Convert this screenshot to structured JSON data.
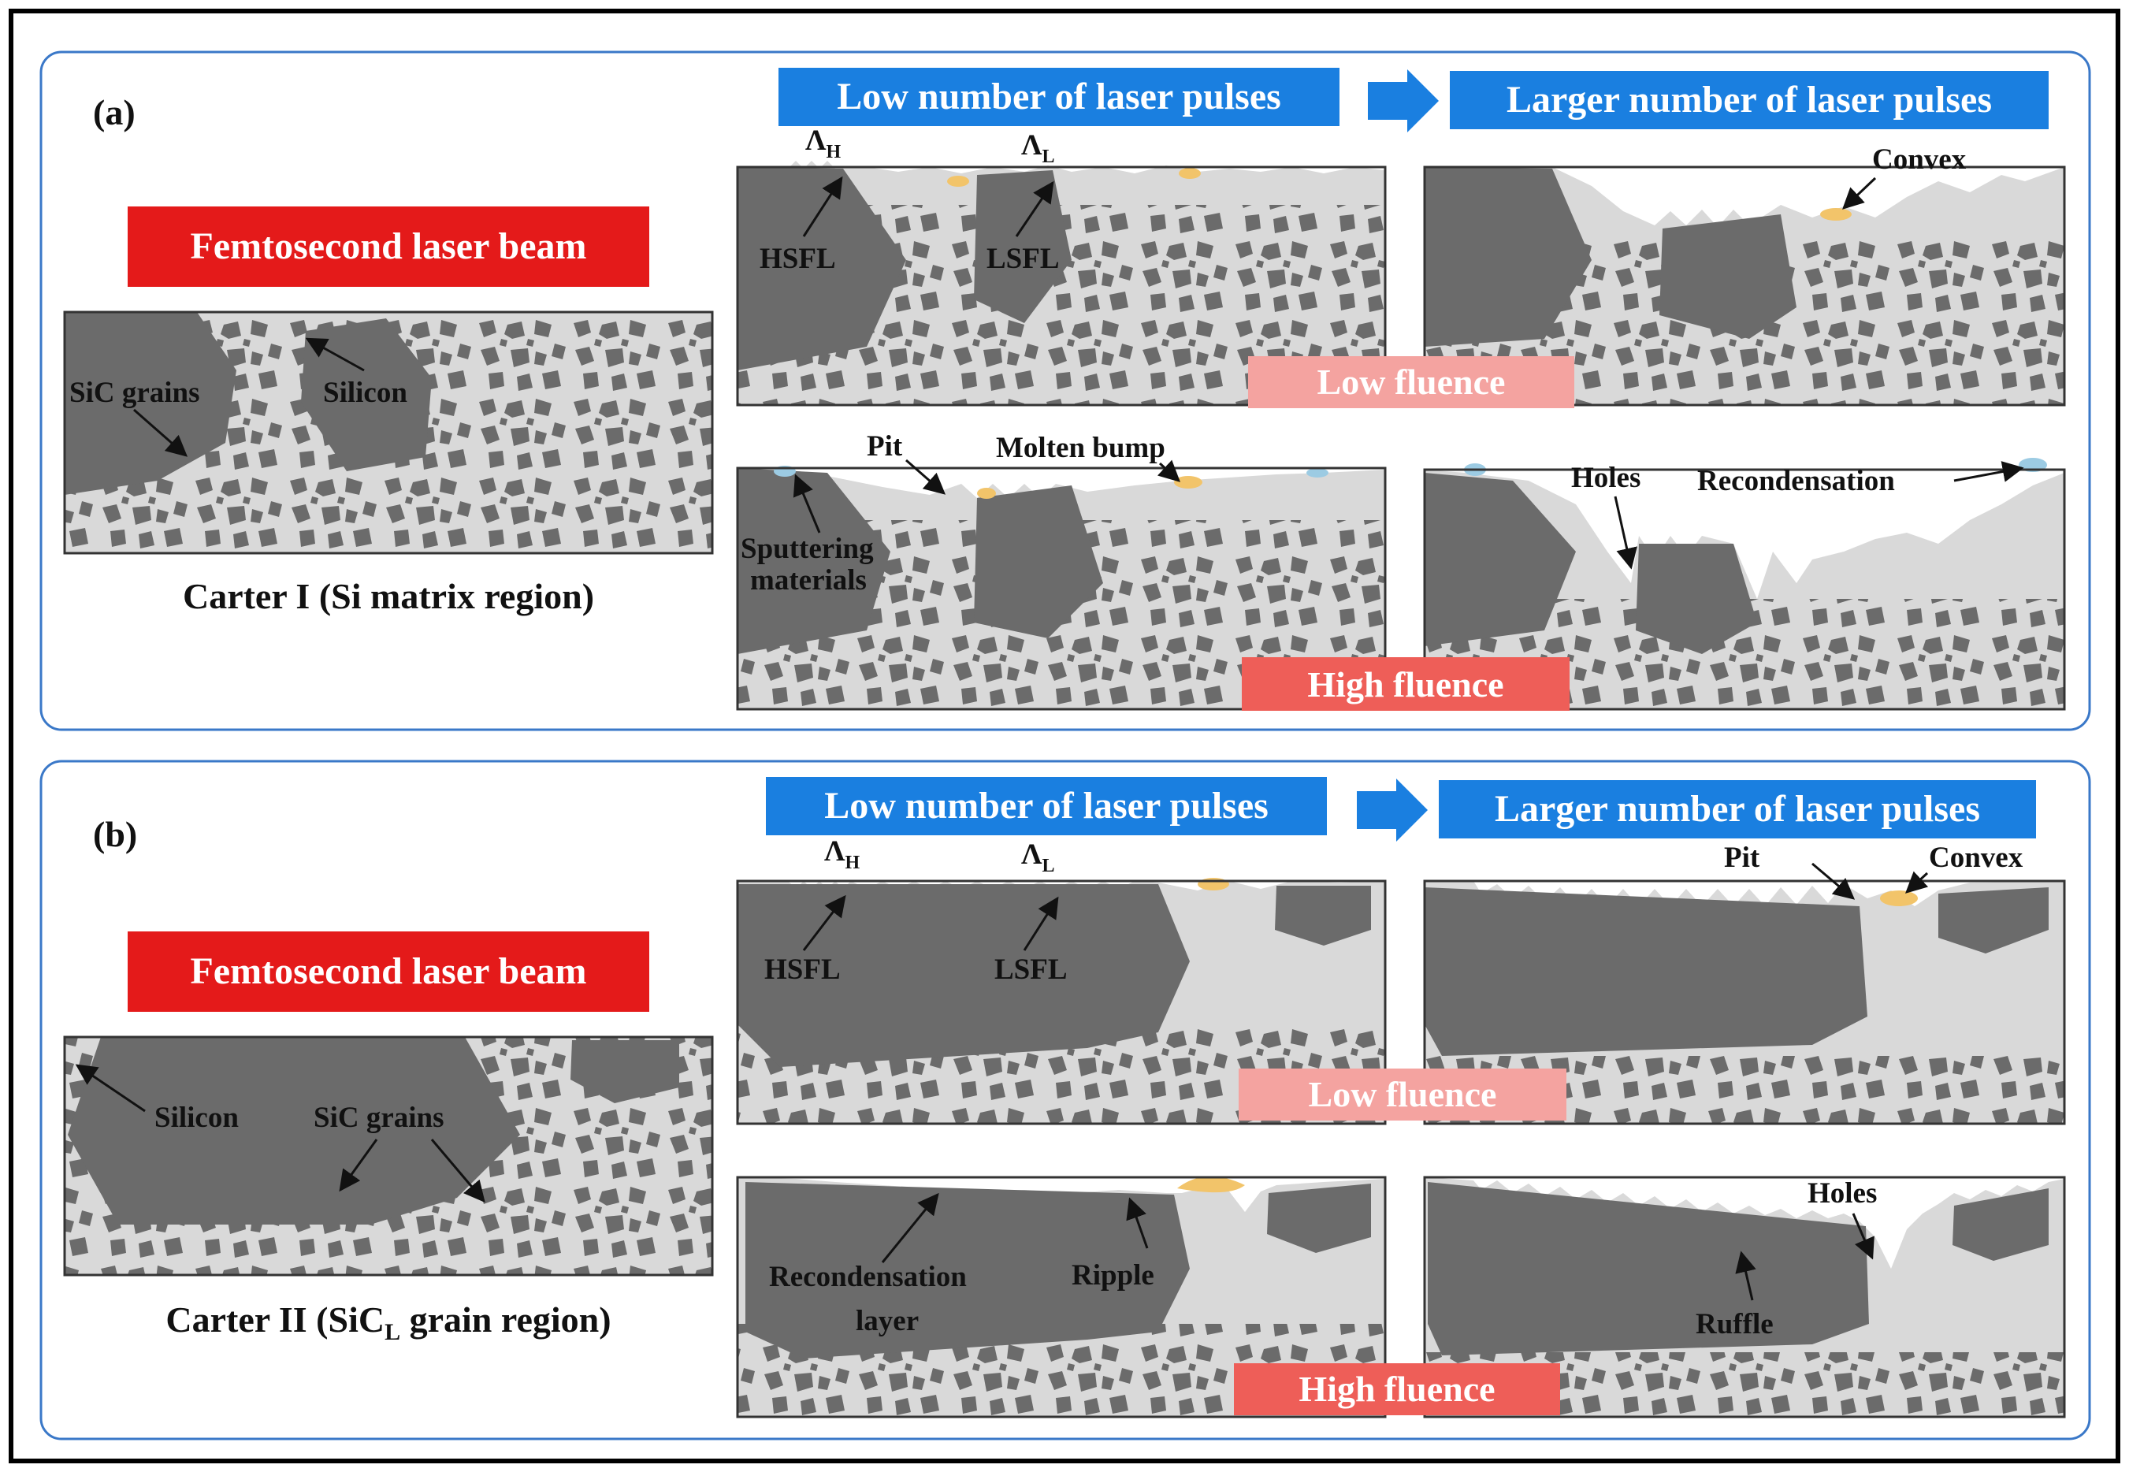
{
  "colors": {
    "matrix": "#d9d9d9",
    "grain": "#6b6b6b",
    "beam_banner": "#e41a1a",
    "pulse_banner": "#1a7fe0",
    "low_fluence": "#f4a3a0",
    "high_fluence": "#ee5e58",
    "molten": "#f2c46a",
    "recondensation": "#9ccbe3",
    "outline": "#3a78c8"
  },
  "icons": [
    "arrow-right-icon"
  ],
  "panel_a": {
    "letter": "(a)",
    "beam_label": "Femtosecond laser beam",
    "caption": "Carter I (Si matrix region)",
    "schematic_labels": {
      "sic_grains": "SiC grains",
      "silicon": "Silicon"
    },
    "pulses_low": "Low number of laser pulses",
    "pulses_high": "Larger number of laser pulses",
    "low_fluence": "Low fluence",
    "high_fluence": "High fluence",
    "lambda_h": "Λ",
    "lambda_h_sub": "H",
    "lambda_l": "Λ",
    "lambda_l_sub": "L",
    "hsfl": "HSFL",
    "lsfl": "LSFL",
    "convex": "Convex",
    "pit": "Pit",
    "molten_bump": "Molten bump",
    "sputtering_1": "Sputtering",
    "sputtering_2": "materials",
    "holes": "Holes",
    "recondensation": "Recondensation"
  },
  "panel_b": {
    "letter": "(b)",
    "beam_label": "Femtosecond laser beam",
    "caption_prefix": "Carter II  (SiC",
    "caption_sub": "L",
    "caption_suffix": " grain region)",
    "schematic_labels": {
      "silicon": "Silicon",
      "sic_grains": "SiC grains"
    },
    "pulses_low": "Low number of laser pulses",
    "pulses_high": "Larger number of laser pulses",
    "low_fluence": "Low fluence",
    "high_fluence": "High fluence",
    "lambda_h": "Λ",
    "lambda_h_sub": "H",
    "lambda_l": "Λ",
    "lambda_l_sub": "L",
    "hsfl": "HSFL",
    "lsfl": "LSFL",
    "pit": "Pit",
    "convex": "Convex",
    "recondensation_1": "Recondensation",
    "recondensation_2": "layer",
    "ripple": "Ripple",
    "holes": "Holes",
    "ruffle": "Ruffle"
  }
}
